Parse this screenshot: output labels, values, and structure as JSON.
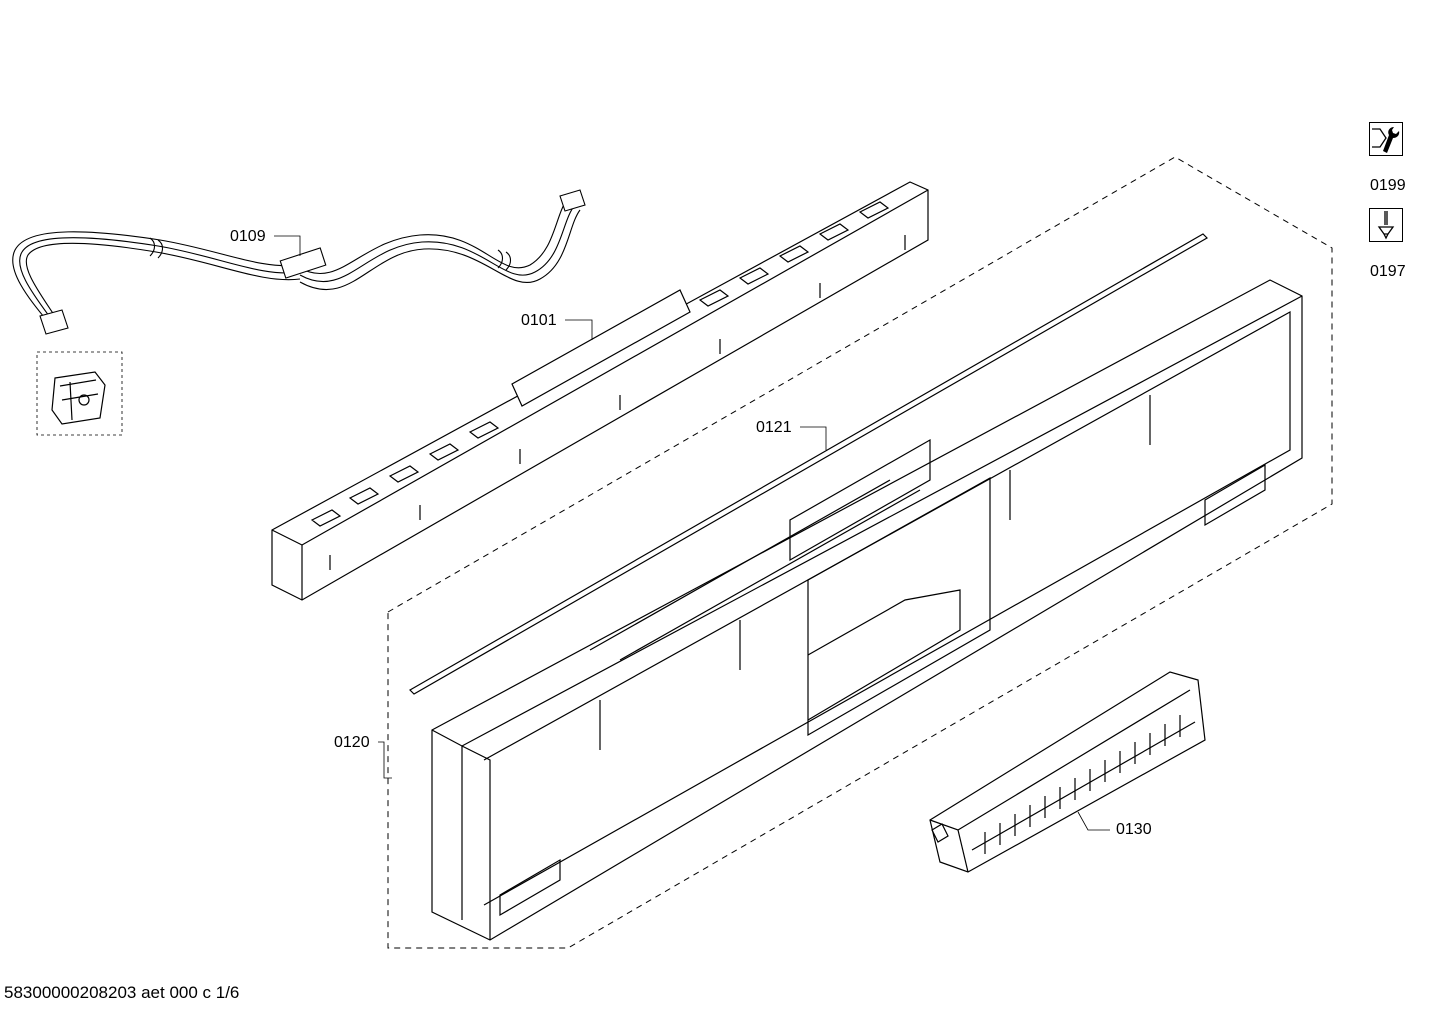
{
  "parts": [
    {
      "id": "0109",
      "label": "0109"
    },
    {
      "id": "0101",
      "label": "0101"
    },
    {
      "id": "0121",
      "label": "0121"
    },
    {
      "id": "0120",
      "label": "0120"
    },
    {
      "id": "0130",
      "label": "0130"
    }
  ],
  "tools": [
    {
      "id": "0199",
      "label": "0199",
      "icon": "wrench-icon"
    },
    {
      "id": "0197",
      "label": "0197",
      "icon": "screwdriver-icon"
    }
  ],
  "footer": {
    "document_id": "58300000208203 aet 000 c 1/6"
  }
}
